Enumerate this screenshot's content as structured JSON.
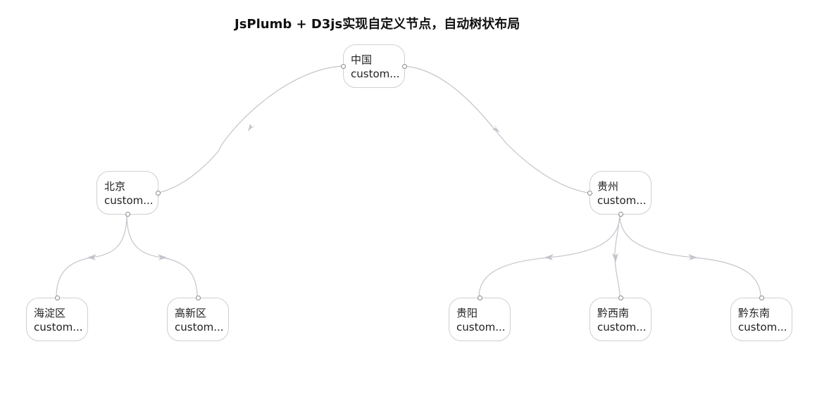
{
  "title": "JsPlumb + D3js实现自定义节点，自动树状布局",
  "edge_color": "#c4c4cc",
  "nodes": {
    "china": {
      "name": "中国",
      "sub": "custom..."
    },
    "beijing": {
      "name": "北京",
      "sub": "custom..."
    },
    "guizhou": {
      "name": "贵州",
      "sub": "custom..."
    },
    "haidian": {
      "name": "海淀区",
      "sub": "custom..."
    },
    "gaoxin": {
      "name": "高新区",
      "sub": "custom..."
    },
    "guiyang": {
      "name": "贵阳",
      "sub": "custom..."
    },
    "qianxinan": {
      "name": "黔西南",
      "sub": "custom..."
    },
    "qiandongnan": {
      "name": "黔东南",
      "sub": "custom..."
    }
  },
  "edges": [
    {
      "from": "china",
      "to": "beijing"
    },
    {
      "from": "china",
      "to": "guizhou"
    },
    {
      "from": "beijing",
      "to": "haidian"
    },
    {
      "from": "beijing",
      "to": "gaoxin"
    },
    {
      "from": "guizhou",
      "to": "guiyang"
    },
    {
      "from": "guizhou",
      "to": "qianxinan"
    },
    {
      "from": "guizhou",
      "to": "qiandongnan"
    }
  ]
}
